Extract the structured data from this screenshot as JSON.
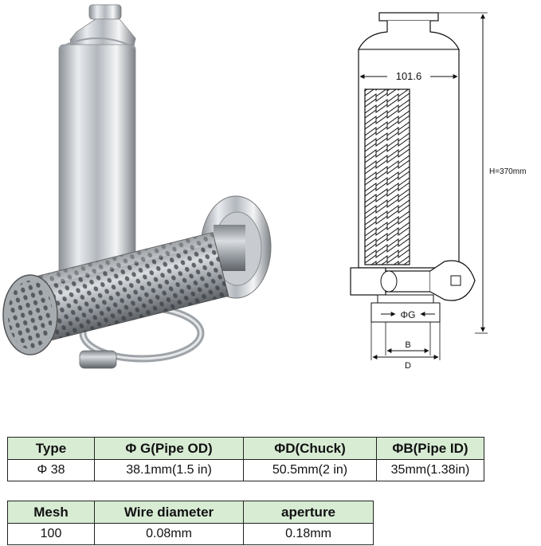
{
  "drawing": {
    "width_dim": "101.6",
    "height_dim": "H=370mm",
    "g_dim": "ΦG",
    "b_dim": "B",
    "d_dim": "D"
  },
  "table1": {
    "headers": [
      "Type",
      "Φ G(Pipe OD)",
      "ΦD(Chuck)",
      "ΦB(Pipe ID)"
    ],
    "row": [
      "Φ 38",
      "38.1mm(1.5 in)",
      "50.5mm(2 in)",
      "35mm(1.38in)"
    ]
  },
  "table2": {
    "headers": [
      "Mesh",
      "Wire diameter",
      "aperture"
    ],
    "row": [
      "100",
      "0.08mm",
      "0.18mm"
    ]
  },
  "colors": {
    "header_bg": "#d8ecd4",
    "steel": "#b9bec4"
  }
}
